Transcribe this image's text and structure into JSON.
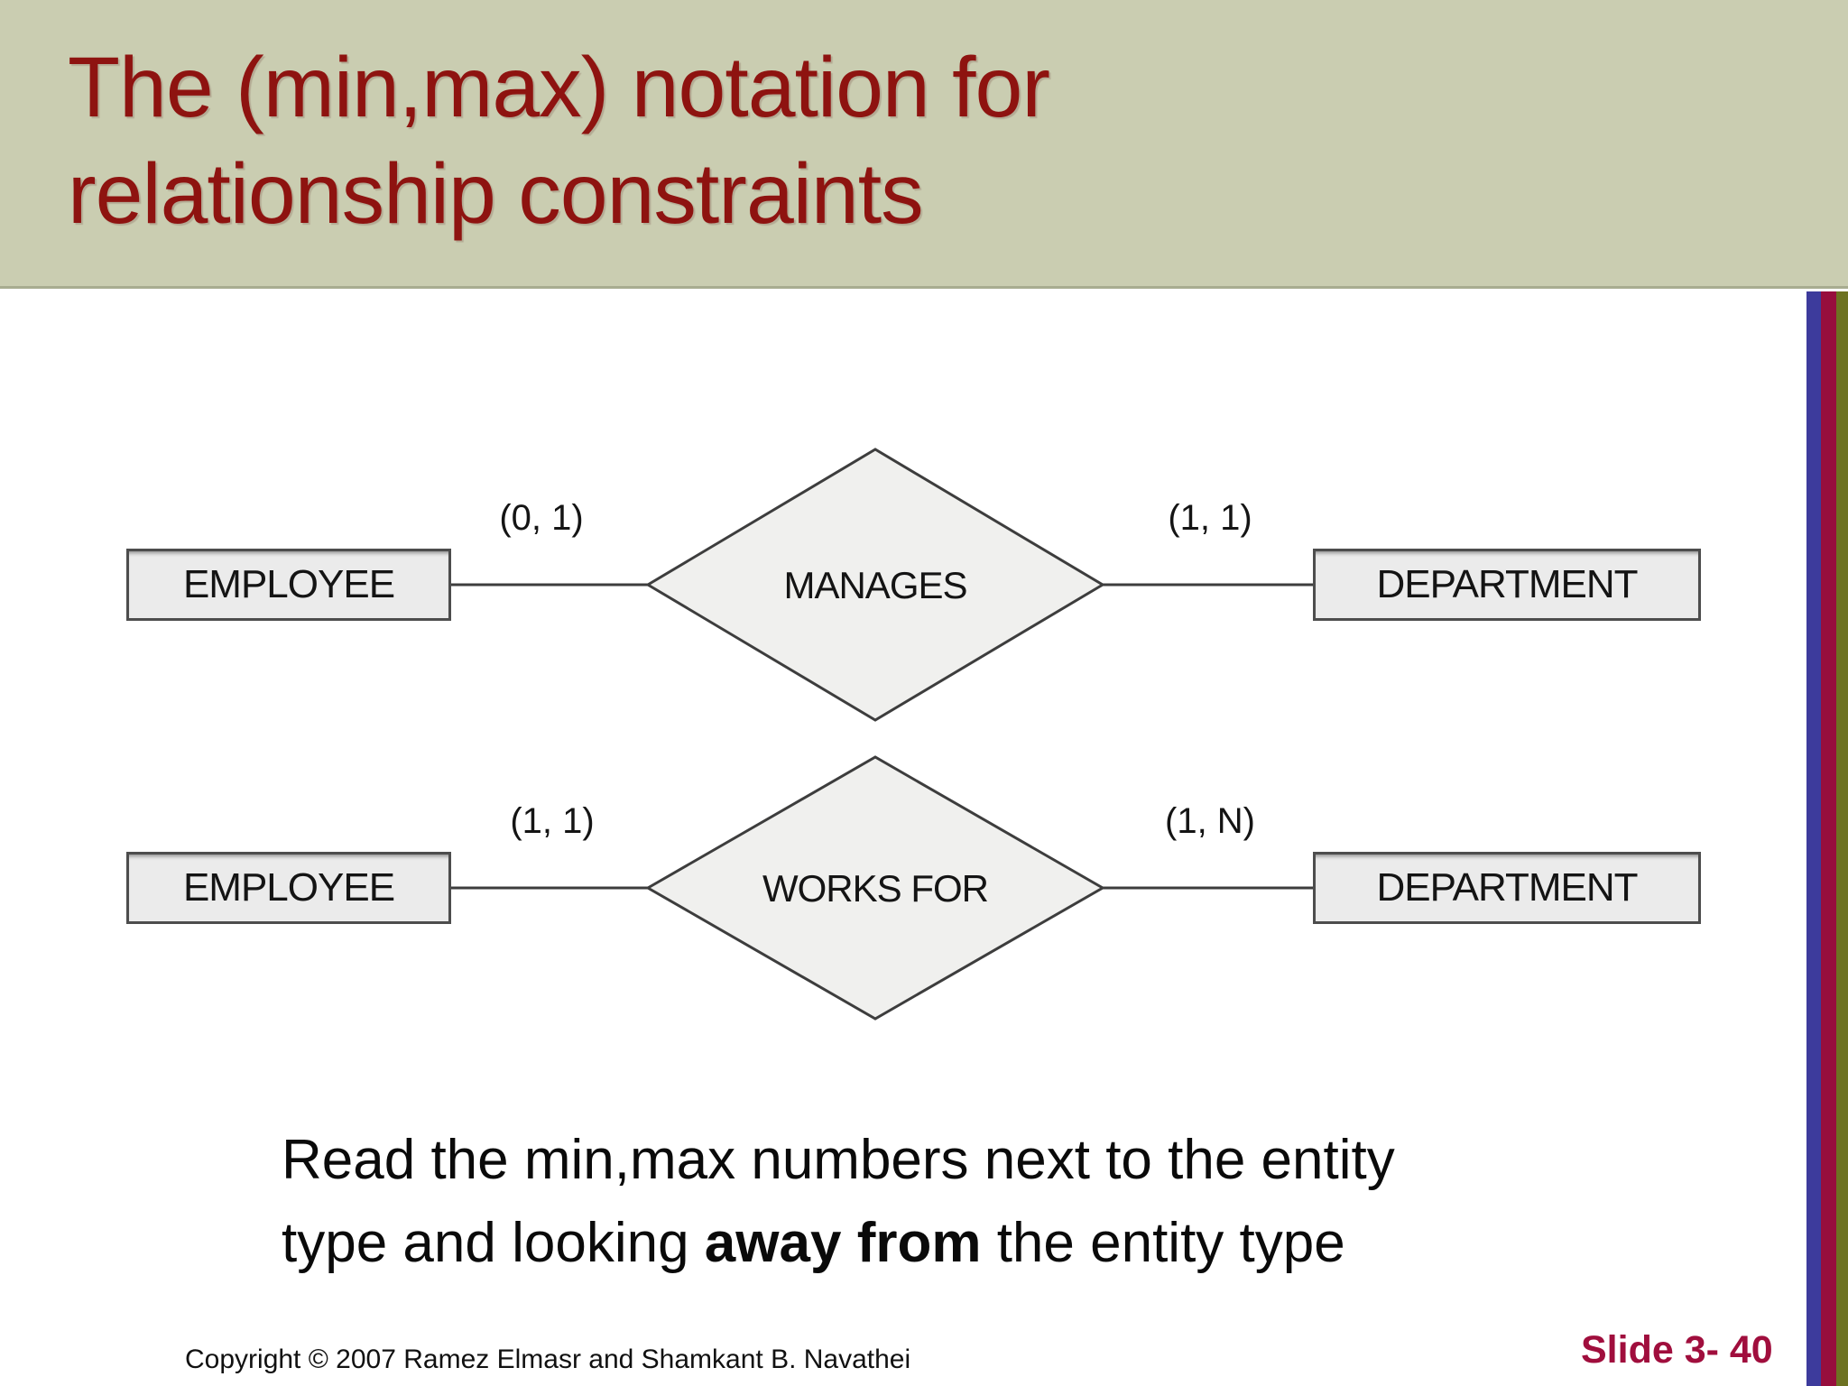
{
  "slide": {
    "title_line1": "The (min,max) notation for",
    "title_line2": "relationship constraints"
  },
  "diagram": {
    "rows": [
      {
        "left_entity": "EMPLOYEE",
        "left_cardinality": "(0, 1)",
        "relationship": "MANAGES",
        "right_cardinality": "(1, 1)",
        "right_entity": "DEPARTMENT"
      },
      {
        "left_entity": "EMPLOYEE",
        "left_cardinality": "(1, 1)",
        "relationship": "WORKS FOR",
        "right_cardinality": "(1, N)",
        "right_entity": "DEPARTMENT"
      }
    ]
  },
  "caption": {
    "line1": "Read the min,max numbers next to the entity",
    "line2_prefix": "type and looking ",
    "line2_bold": "away from",
    "line2_suffix": " the entity type"
  },
  "footer": {
    "copyright": "Copyright © 2007 Ramez Elmasr and Shamkant B. Navathei",
    "slide_number": "Slide 3- 40"
  },
  "colors": {
    "band_bg": "#cacdb1",
    "band_border": "#a8ac90",
    "title_red": "#8e1310",
    "box_fill": "#ebebeb",
    "box_border": "#4d4d4d",
    "diamond_fill": "#f0f0ee",
    "line": "#3d3d3d",
    "text_black": "#141414",
    "slide_num": "#a00e3d",
    "stripe_blue": "#3d3b9c",
    "stripe_maroon": "#970e3d",
    "stripe_olive": "#6d7222"
  }
}
